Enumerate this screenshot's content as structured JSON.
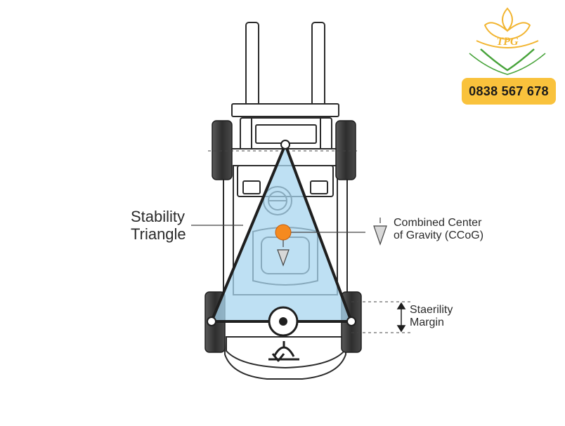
{
  "logo": {
    "text": "TPG",
    "colors": {
      "gold": "#f2b531",
      "green": "#47a33a"
    }
  },
  "contact": {
    "phone": "0838 567 678",
    "badge_color": "#f9c23c"
  },
  "diagram": {
    "labels": {
      "stability_triangle_line1": "Stability",
      "stability_triangle_line2": "Triangle",
      "ccog_line1": "Combined Center",
      "ccog_line2": "of Gravity (CCoG)",
      "margin_line1": "Staerility",
      "margin_line2": "Margin"
    },
    "colors": {
      "outline": "#2b2b2b",
      "triangle_fill": "#a8d5ef",
      "triangle_edge": "#222222",
      "cog": "#f58a1f",
      "tire": "#3a3a3a"
    }
  }
}
